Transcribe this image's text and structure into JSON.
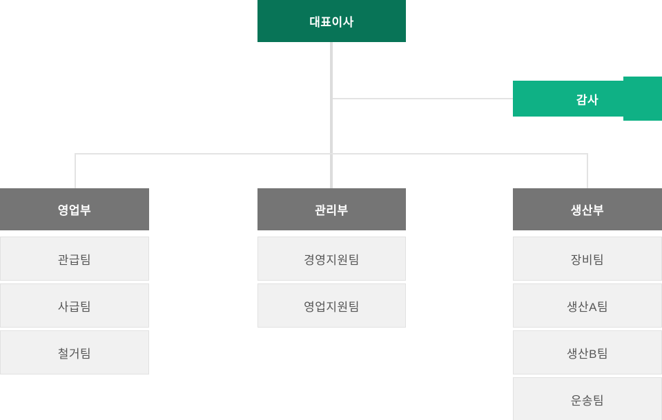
{
  "org": {
    "ceo": {
      "label": "대표이사"
    },
    "auditor": {
      "label": "감사"
    },
    "departments": [
      {
        "label": "영업부",
        "teams": [
          "관급팀",
          "사급팀",
          "철거팀"
        ]
      },
      {
        "label": "관리부",
        "teams": [
          "경영지원팀",
          "영업지원팀"
        ]
      },
      {
        "label": "생산부",
        "teams": [
          "장비팀",
          "생산A팀",
          "생산B팀",
          "운송팀"
        ]
      }
    ]
  },
  "colors": {
    "ceo_box": "#087457",
    "auditor_box": "#0fb185",
    "department_box": "#757575",
    "team_box_bg": "#f1f1f1",
    "team_box_border": "#e1e1e1",
    "team_text": "#555555",
    "connector_thick": "#dcdcdc",
    "connector_thin": "#e3e3e3"
  }
}
